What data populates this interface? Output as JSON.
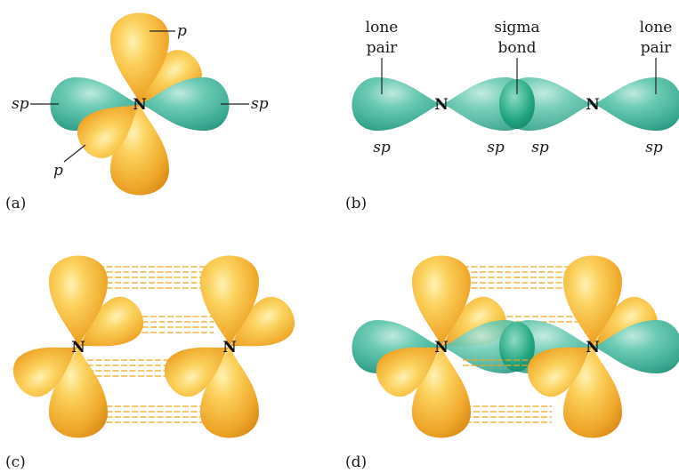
{
  "panels": {
    "a": {
      "caption": "(a)",
      "atom": "N",
      "labels": {
        "p_top": "p",
        "p_bottom": "p",
        "sp_left": "sp",
        "sp_right": "sp"
      }
    },
    "b": {
      "caption": "(b)",
      "atom_left": "N",
      "atom_right": "N",
      "lone_pair_left": [
        "lone",
        "pair"
      ],
      "sigma_bond": [
        "sigma",
        "bond"
      ],
      "lone_pair_right": [
        "lone",
        "pair"
      ],
      "sp_labels": [
        "sp",
        "sp",
        "sp",
        "sp"
      ]
    },
    "c": {
      "caption": "(c)",
      "atom_left": "N",
      "atom_right": "N"
    },
    "d": {
      "caption": "(d)",
      "atom_left": "N",
      "atom_right": "N"
    }
  },
  "colors": {
    "p_orbital": "#f3b12b",
    "sp_orbital": "#3fae99",
    "overlap": "#1f9a78",
    "pi_overlap_dashes": "#f2a51e",
    "text": "#1a1a1a",
    "background": "#ffffff"
  }
}
